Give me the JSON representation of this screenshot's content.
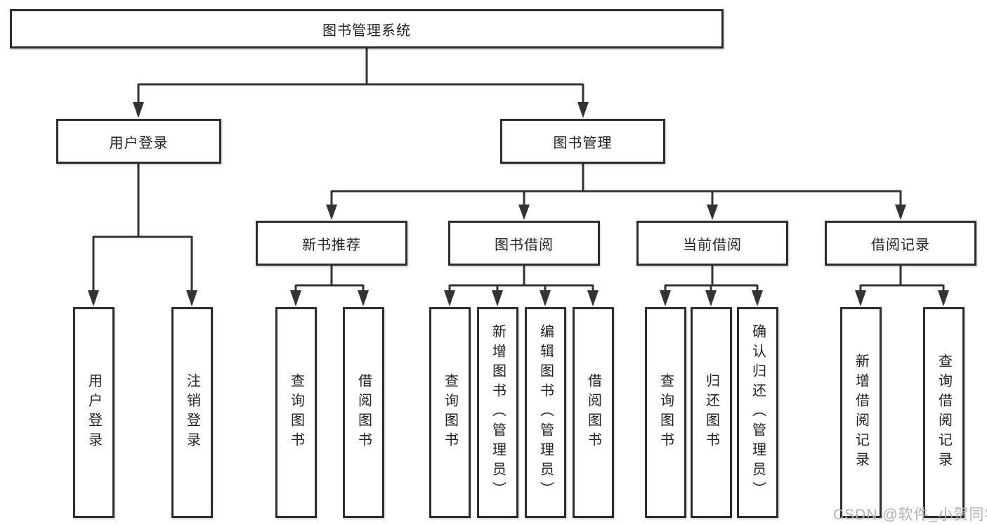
{
  "tree": {
    "root": "图书管理系统",
    "user_branch": {
      "label": "用户登录",
      "children": [
        "用户登录",
        "注销登录"
      ]
    },
    "book_branch": {
      "label": "图书管理",
      "groups": [
        {
          "label": "新书推荐",
          "children": [
            "查询图书",
            "借阅图书"
          ]
        },
        {
          "label": "图书借阅",
          "children": [
            "查询图书",
            "新增图书（管理员）",
            "编辑图书（管理员）",
            "借阅图书"
          ]
        },
        {
          "label": "当前借阅",
          "children": [
            "查询图书",
            "归还图书",
            "确认归还（管理员）"
          ]
        },
        {
          "label": "借阅记录",
          "children": [
            "新增借阅记录",
            "查询借阅记录"
          ]
        }
      ]
    }
  },
  "watermark": "CSDN @软件_小贺同学",
  "colors": {
    "line": "#333333",
    "box_border": "#2d2d2d",
    "text": "#222222",
    "watermark": "#b2b2b2",
    "background": "#ffffff"
  }
}
